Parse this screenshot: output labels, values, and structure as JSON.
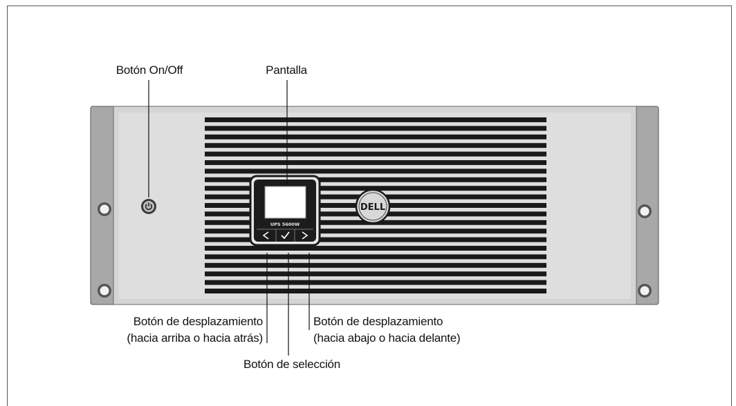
{
  "labels": {
    "power_button": "Botón On/Off",
    "display": "Pantalla",
    "scroll_up_line1": "Botón de desplazamiento",
    "scroll_up_line2": "(hacia arriba o hacia atrás)",
    "scroll_down_line1": "Botón de desplazamiento",
    "scroll_down_line2": "(hacia abajo o hacia delante)",
    "select_button": "Botón de selección"
  },
  "device": {
    "model_text": "UPS 5600W",
    "brand": "DELL"
  },
  "icons": {
    "power": "power-icon",
    "left": "chevron-left-icon",
    "check": "checkmark-icon",
    "right": "chevron-right-icon"
  },
  "colors": {
    "chassis": "#d9d9d9",
    "rack_ear": "#a8a8a8",
    "vent": "#1a1a1a",
    "panel": "#1c1c1c",
    "screen": "#ffffff"
  }
}
